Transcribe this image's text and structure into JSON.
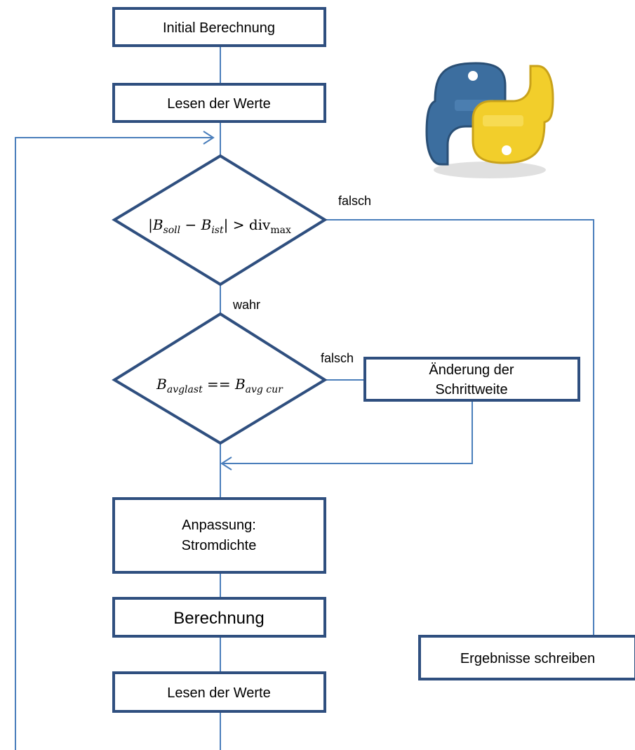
{
  "colors": {
    "stroke": "#2F4F7F",
    "line": "#4A7EBB",
    "background": "#FFFFFF"
  },
  "logo": {
    "icon": "python-logo-icon"
  },
  "boxes": {
    "initial": "Initial Berechnung",
    "read1": "Lesen der Werte",
    "step_line1": "Änderung der",
    "step_line2": "Schrittweite",
    "adjust_line1": "Anpassung:",
    "adjust_line2": "Stromdichte",
    "compute": "Berechnung",
    "read2": "Lesen der Werte",
    "results": "Ergebnisse schreiben"
  },
  "decisions": {
    "d1": {
      "abs_open": "|",
      "b1": "B",
      "b1_sub": "soll",
      "minus": " − ",
      "b2": "B",
      "b2_sub": "ist",
      "abs_close": "|",
      "gt": " > ",
      "div": "div",
      "div_sub": "max"
    },
    "d2": {
      "b1": "B",
      "b1_sub": "avglast",
      "eq": " == ",
      "b2": "B",
      "b2_sub": "avg cur"
    }
  },
  "labels": {
    "false1": "falsch",
    "true1": "wahr",
    "false2": "falsch"
  }
}
